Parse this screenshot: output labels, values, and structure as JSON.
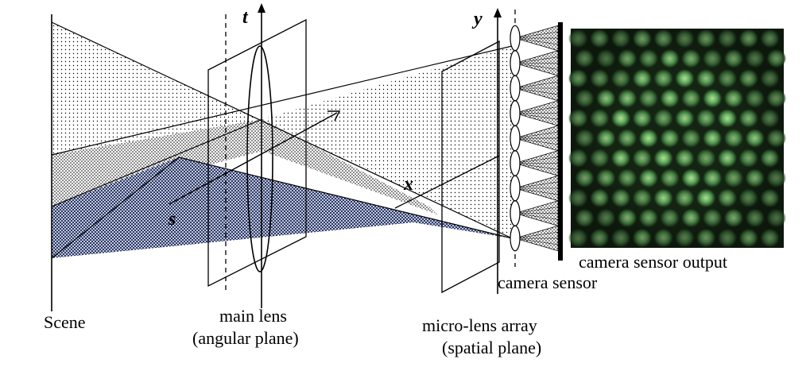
{
  "labels": {
    "scene": "Scene",
    "main_lens_line1": "main lens",
    "main_lens_line2": "(angular plane)",
    "mla_line1": "micro-lens array",
    "mla_line2": "(spatial plane)",
    "camera_sensor": "camera sensor",
    "sensor_output": "camera sensor output"
  },
  "axes": {
    "t": "t",
    "s": "s",
    "x": "x",
    "y": "y"
  },
  "colors": {
    "ink": "#000000",
    "mesh_fill": "#1a2a60",
    "sensor_bg": "#142412",
    "microlens_image": "#7cc07a"
  },
  "sensor_image": {
    "rows": 11,
    "cols": 10
  }
}
